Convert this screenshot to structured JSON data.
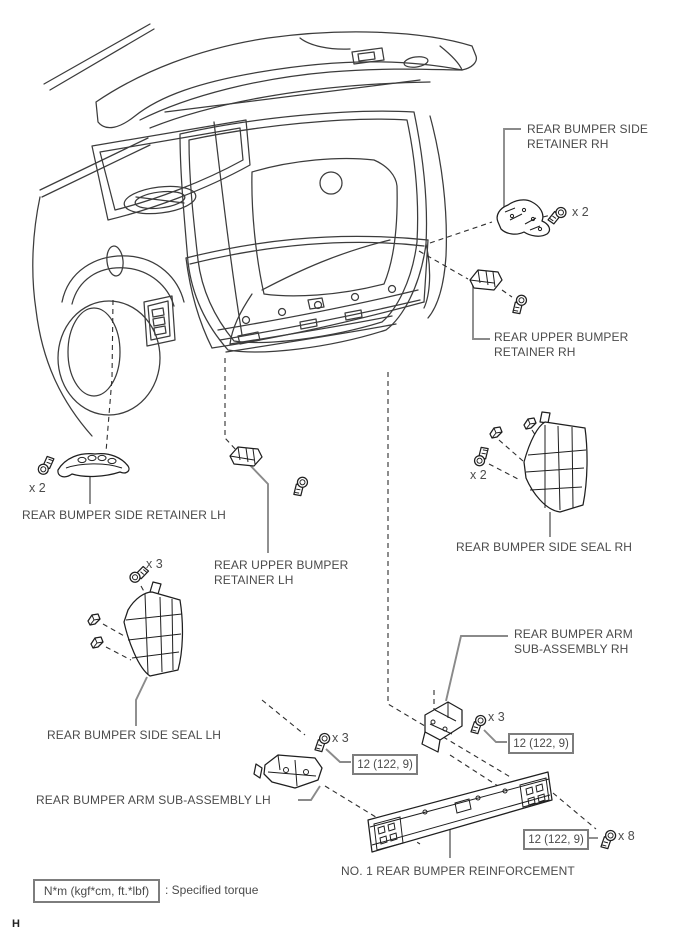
{
  "diagram": {
    "corner_marker": "H",
    "labels": {
      "side_retainer_rh": "REAR BUMPER SIDE RETAINER RH",
      "upper_retainer_rh": "REAR UPPER BUMPER RETAINER RH",
      "side_retainer_lh": "REAR BUMPER SIDE RETAINER LH",
      "upper_retainer_lh": "REAR UPPER BUMPER RETAINER LH",
      "side_seal_rh": "REAR BUMPER SIDE SEAL RH",
      "side_seal_lh": "REAR BUMPER SIDE SEAL LH",
      "arm_rh": "REAR BUMPER ARM SUB-ASSEMBLY RH",
      "arm_lh": "REAR BUMPER ARM SUB-ASSEMBLY LH",
      "reinforcement": "NO. 1 REAR BUMPER REINFORCEMENT"
    },
    "quantities": {
      "side_retainer_rh": "x 2",
      "side_retainer_lh": "x 2",
      "side_seal_rh": "x 2",
      "side_seal_lh": "x 3",
      "arm_rh": "x 3",
      "arm_lh": "x 3",
      "reinforcement": "x 8"
    },
    "torque_specs": {
      "arm_rh": "12 (122, 9)",
      "arm_lh": "12 (122, 9)",
      "reinforcement": "12 (122, 9)"
    },
    "legend": {
      "box_label": "N*m (kgf*cm, ft.*lbf)",
      "description": ": Specified torque"
    },
    "colors": {
      "line_art": "#3c3c3c",
      "leader_line": "#8a8a8a",
      "text": "#4b4b4b",
      "box_border": "#7d7d7d"
    }
  }
}
